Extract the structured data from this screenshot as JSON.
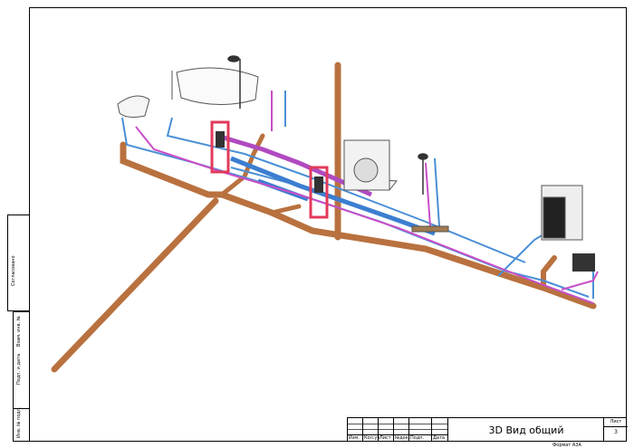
{
  "title_block": {
    "columns": [
      "Изм.",
      "Кол.уч",
      "Лист",
      "№док.",
      "Подп.",
      "Дата"
    ],
    "title": "3D Вид общий",
    "sheet_label": "Лист",
    "sheet_number": "3",
    "format": "Формат А3А"
  },
  "side_stamp": {
    "agreed": "Согласовано",
    "replace_inv": "Взам. инв. №",
    "sign_date": "Подп. и дата",
    "inv_orig": "Инв. № подл."
  },
  "colors": {
    "sewer": "#c07a4a",
    "cold": "#4a8fd6",
    "hot": "#c84fc8",
    "frame": "#e23a5a"
  }
}
